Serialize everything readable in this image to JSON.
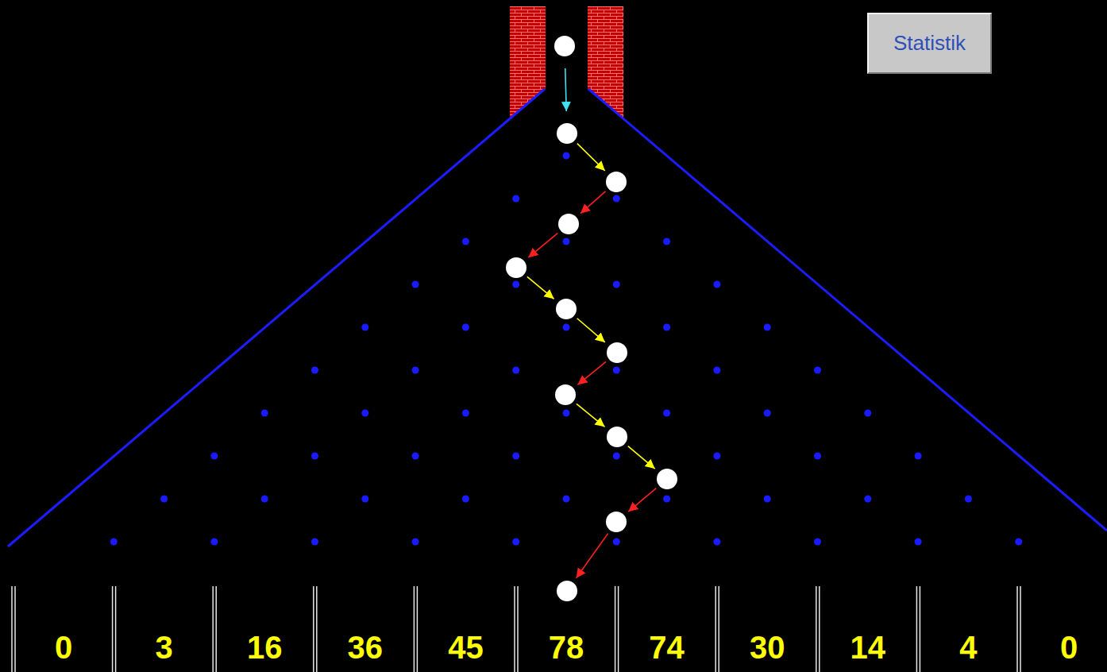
{
  "diagram": {
    "nodes": [
      {
        "text": [
          "Statistik"
        ]
      }
    ],
    "labels": [
      "0",
      "3",
      "16",
      "36",
      "45",
      "78",
      "74",
      "30",
      "14",
      "4",
      "0"
    ]
  }
}
